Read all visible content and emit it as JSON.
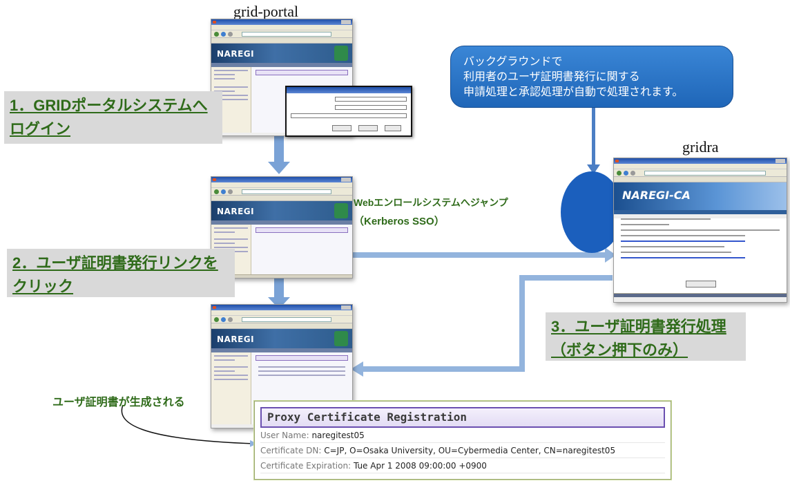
{
  "servers": {
    "grid_portal": "grid-portal",
    "gridra": "gridra"
  },
  "steps": {
    "step1_line1": "1．GRIDポータルシステムへ",
    "step1_line2": "ログイン",
    "step2_line1": "2．ユーザ証明書発行リンクを",
    "step2_line2": "クリック",
    "step3_line1": "3．ユーザ証明書発行処理",
    "step3_line2": "（ボタン押下のみ）"
  },
  "callout": {
    "line1": "バックグラウンドで",
    "line2": "利用者のユーザ証明書発行に関する",
    "line3": "申請処理と承認処理が自動で処理されます。"
  },
  "jump_label": {
    "line1": "Webエンロールシステムへジャンプ",
    "line2": "（Kerberos SSO）"
  },
  "generated_note": "ユーザ証明書が生成される",
  "browser_logos": {
    "portal": "NAREGI",
    "ca": "NAREGI-CA"
  },
  "proxy_panel": {
    "title": "Proxy Certificate Registration",
    "rows": [
      {
        "label": "User Name:",
        "value": "naregitest05"
      },
      {
        "label": "Certificate DN:",
        "value": "C=JP, O=Osaka University, OU=Cybermedia Center, CN=naregitest05"
      },
      {
        "label": "Certificate Expiration:",
        "value": "Tue Apr 1 2008 09:00:00 +0900"
      }
    ]
  },
  "colors": {
    "step_text": "#2f6b1a",
    "arrow": "#7aa2d6",
    "callout": "#1f66b8",
    "panel_title_border": "#6a4fb0"
  }
}
